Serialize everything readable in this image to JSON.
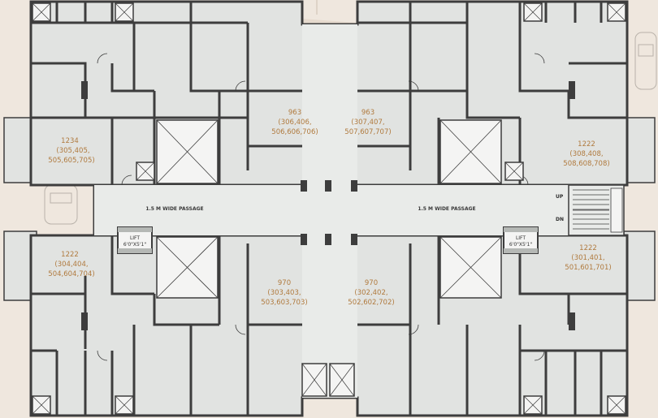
{
  "passage_labels": [
    "1.5 M WIDE PASSAGE",
    "1.5 M WIDE PASSAGE"
  ],
  "stair_labels": {
    "up": "UP",
    "down": "DN"
  },
  "lifts": [
    {
      "title": "LIFT",
      "size": "6'0\"X5'1\""
    },
    {
      "title": "LIFT",
      "size": "6'0\"X5'1\""
    }
  ],
  "units": [
    {
      "area": "1234",
      "line1": "(305,405,",
      "line2": "505,605,705)"
    },
    {
      "area": "963",
      "line1": "(306,406,",
      "line2": "506,606,706)"
    },
    {
      "area": "963",
      "line1": "(307,407,",
      "line2": "507,607,707)"
    },
    {
      "area": "1222",
      "line1": "(308,408,",
      "line2": "508,608,708)"
    },
    {
      "area": "1222",
      "line1": "(304,404,",
      "line2": "504,604,704)"
    },
    {
      "area": "970",
      "line1": "(303,403,",
      "line2": "503,603,703)"
    },
    {
      "area": "970",
      "line1": "(302,402,",
      "line2": "502,602,702)"
    },
    {
      "area": "1222",
      "line1": "(301,401,",
      "line2": "501,601,701)"
    }
  ],
  "colors": {
    "wall": "#3d3d3d",
    "room": "#e1e3e1",
    "passage": "#e9ebe9",
    "background": "#efe7de",
    "label": "#b07a3e"
  }
}
